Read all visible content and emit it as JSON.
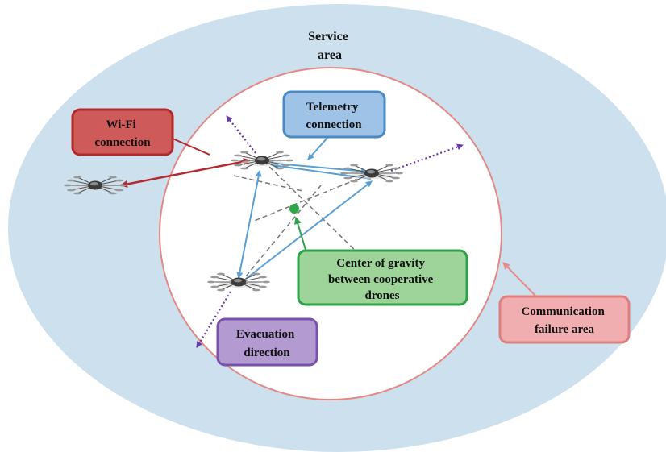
{
  "labels": {
    "service_area": [
      "Service",
      "area"
    ],
    "telemetry": [
      "Telemetry",
      "connection"
    ],
    "wifi": [
      "Wi-Fi",
      "connection"
    ],
    "center": [
      "Center of gravity",
      "between cooperative",
      "drones"
    ],
    "comm_failure": [
      "Communication",
      "failure area"
    ],
    "evacuation": [
      "Evacuation",
      "direction"
    ]
  },
  "colors": {
    "service_area_fill": "#cde0ee",
    "failure_circle_stroke": "#e48887",
    "telemetry_box_fill": "#9fc3e6",
    "telemetry_box_stroke": "#4a8ac3",
    "wifi_box_fill": "#cf5a5a",
    "wifi_box_stroke": "#b32a2a",
    "center_box_fill": "#9ed39a",
    "center_box_stroke": "#2ea24a",
    "comm_box_fill": "#f1aeb0",
    "comm_box_stroke": "#e07e80",
    "evac_box_fill": "#b39ad1",
    "evac_box_stroke": "#7a52ae",
    "telemetry_arrow": "#5a9fd4",
    "wifi_arrow": "#b42a30",
    "center_arrow": "#2ea24a",
    "comm_arrow": "#e88a8a",
    "evac_arrow": "#6a3aa8",
    "dashed_line": "#777777",
    "center_dot": "#2aa84a"
  },
  "icons": [
    "drone-icon",
    "drone-icon",
    "drone-icon",
    "drone-icon"
  ]
}
